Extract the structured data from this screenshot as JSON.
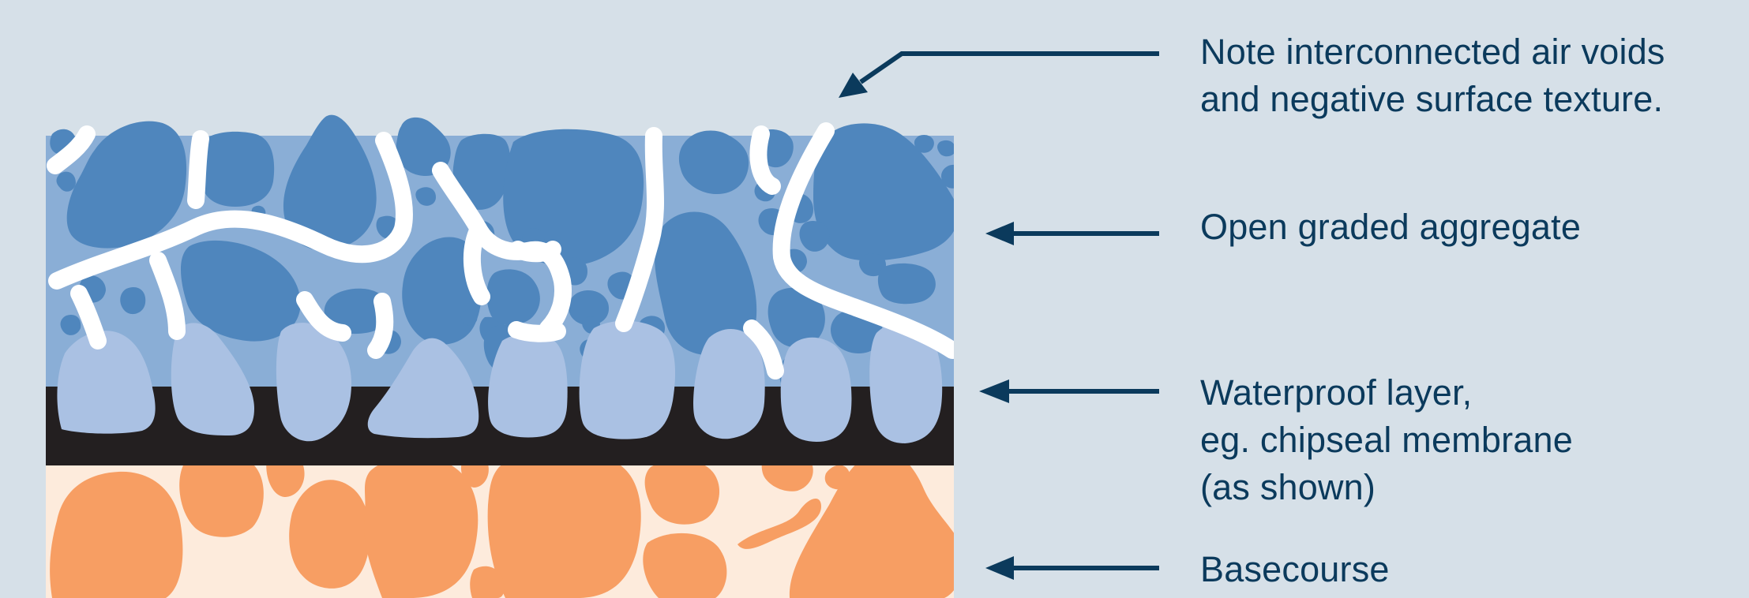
{
  "colors": {
    "background": "#d6e0e8",
    "text_and_arrows": "#0b3a5c",
    "open_graded_matrix": "#8aaed6",
    "open_graded_stone": "#4f86bd",
    "air_void": "#ffffff",
    "waterproof_layer": "#231f20",
    "chipseal_stone": "#aac1e3",
    "basecourse_matrix": "#fdebdc",
    "basecourse_stone": "#f79e63"
  },
  "layers": {
    "surface": "open graded aggregate with interconnected air voids",
    "waterproof": "chipseal membrane",
    "base": "basecourse"
  },
  "callouts": [
    {
      "id": "air-voids",
      "lines": [
        "Note interconnected air voids",
        "and negative surface texture."
      ]
    },
    {
      "id": "open-graded",
      "lines": [
        "Open graded aggregate"
      ]
    },
    {
      "id": "waterproof",
      "lines": [
        "Waterproof layer,",
        "eg. chipseal membrane",
        "(as shown)"
      ]
    },
    {
      "id": "basecourse",
      "lines": [
        "Basecourse"
      ]
    }
  ]
}
